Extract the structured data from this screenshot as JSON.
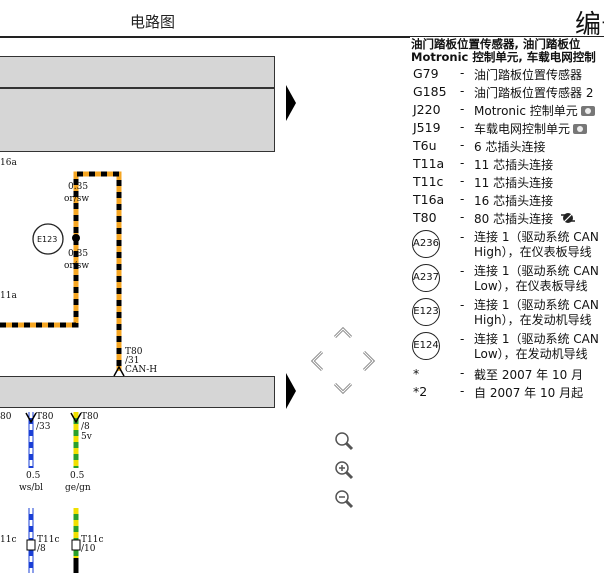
{
  "header": {
    "title": "电路图",
    "title_right": "编号"
  },
  "diagram": {
    "labels": {
      "t16a_top": "16a",
      "size_035_a": "0.35",
      "color_orsw_a": "or/sw",
      "connector_e123": "E123",
      "size_035_b": "0.35",
      "color_orsw_b": "or/sw",
      "t11a_left": "11a",
      "t80_pin31_a": "T80",
      "t80_pin31_b": "/31",
      "t80_pin31_c": "CAN-H",
      "t80_left": "80",
      "t80_33_a": "T80",
      "t80_33_b": "/33",
      "t80_8_a": "T80",
      "t80_8_b": "/8",
      "t80_8_c": "5v",
      "size_05_a": "0.5",
      "color_wsbl": "ws/bl",
      "size_05_b": "0.5",
      "color_gegn": "ge/gn",
      "t11c_left": "11c",
      "t11c_8_a": "T11c",
      "t11c_8_b": "/8",
      "t11c_10_a": "T11c",
      "t11c_10_b": "/10"
    },
    "wire_colors": {
      "orange": "#f5a623",
      "black": "#000000",
      "blue": "#1a3fd6",
      "green": "#2aa02a",
      "yellow": "#f0e000"
    }
  },
  "legend": {
    "heading_line1": "油门踏板位置传感器, 油门踏板位",
    "heading_line2": "Motronic 控制单元, 车载电网控制",
    "items": [
      {
        "code": "G79",
        "desc": "油门踏板位置传感器"
      },
      {
        "code": "G185",
        "desc": "油门踏板位置传感器 2"
      },
      {
        "code": "J220",
        "desc": "Motronic 控制单元",
        "icon": "camera-icon"
      },
      {
        "code": "J519",
        "desc": "车载电网控制单元",
        "icon": "camera-icon"
      },
      {
        "code": "T6u",
        "desc": "6 芯插头连接"
      },
      {
        "code": "T11a",
        "desc": "11 芯插头连接"
      },
      {
        "code": "T11c",
        "desc": "11 芯插头连接"
      },
      {
        "code": "T16a",
        "desc": "16 芯插头连接"
      },
      {
        "code": "T80",
        "desc": "80 芯插头连接",
        "icon": "connector-icon"
      }
    ],
    "connections": [
      {
        "code": "A236",
        "line1": "连接 1（驱动系统 CAN",
        "line2": "High），在仪表板导线"
      },
      {
        "code": "A237",
        "line1": "连接 1（驱动系统 CAN",
        "line2": "Low），在仪表板导线"
      },
      {
        "code": "E123",
        "line1": "连接 1（驱动系统 CAN",
        "line2": "High），在发动机导线"
      },
      {
        "code": "E124",
        "line1": "连接 1（驱动系统 CAN",
        "line2": "Low），在发动机导线"
      }
    ],
    "notes": [
      {
        "code": "*",
        "desc": "截至 2007 年 10 月"
      },
      {
        "code": "*2",
        "desc": "自 2007 年 10 月起"
      }
    ],
    "dash": "-"
  }
}
